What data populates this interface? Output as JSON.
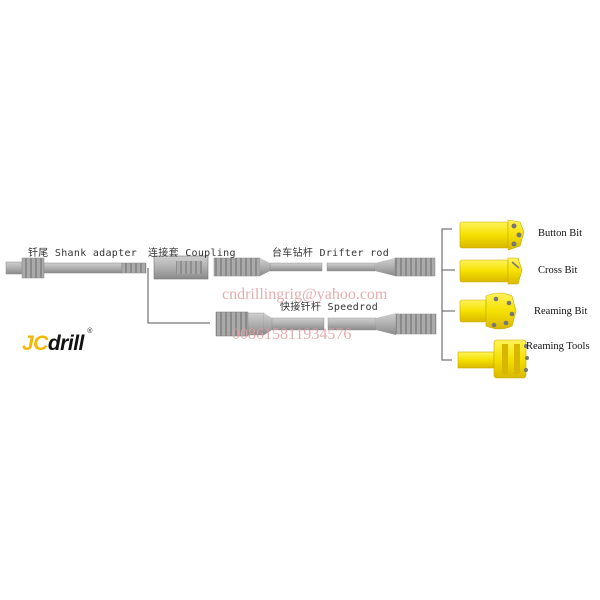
{
  "labels": {
    "shank": "钎尾  Shank adapter",
    "coupling": "连接套 Coupling",
    "drifter": "台车钻杆  Drifter rod",
    "speedrod": "快接钎杆  Speedrod"
  },
  "tools": {
    "button_bit": "Button Bit",
    "cross_bit": "Cross Bit",
    "reaming_bit": "Reaming Bit",
    "reaming_tools": "Reaming Tools"
  },
  "watermark": {
    "email": "cndrillingrig@yahoo.com",
    "phone": "008615811934576"
  },
  "logo": {
    "brand_lead": "JC",
    "brand_rest": "drill",
    "mark": "®"
  },
  "colors": {
    "steel": "#a9a9a9",
    "steel_dark": "#8e8e8e",
    "bit_yellow": "#f5e600",
    "bit_shade": "#e0c400",
    "line": "#444444",
    "watermark": "#e0a0a0"
  }
}
